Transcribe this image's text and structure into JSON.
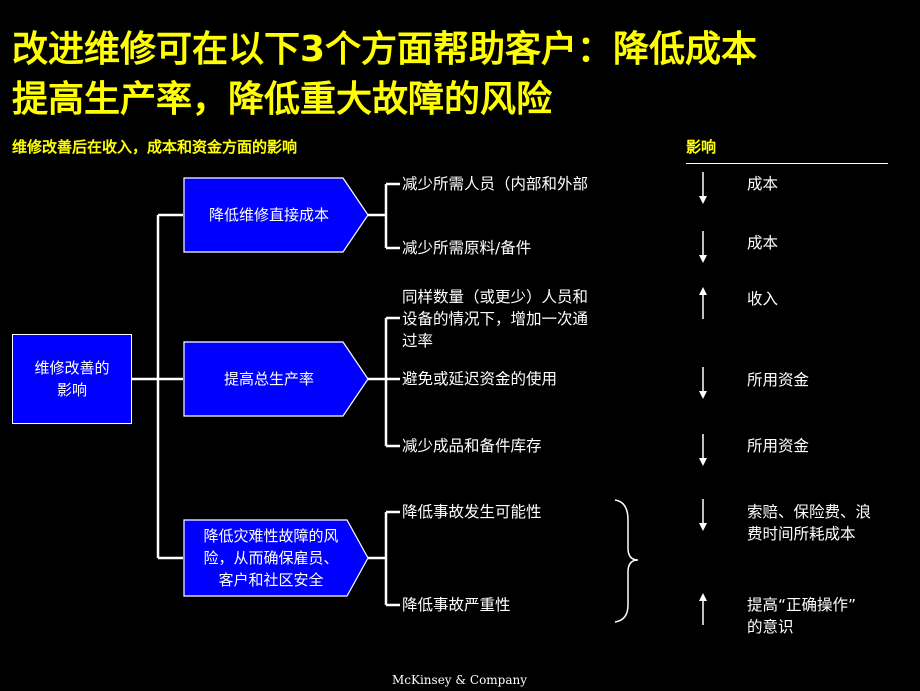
{
  "title": {
    "line1": "改进维修可在以下3个方面帮助客户：降低成本",
    "line2": "提高生产率，降低重大故障的风险"
  },
  "subtitle": "维修改善后在收入，成本和资金方面的影响",
  "impact_header": "影响",
  "root": {
    "line1": "维修改善的",
    "line2": "影响"
  },
  "categories": [
    {
      "label": "降低维修直接成本"
    },
    {
      "label": "提高总生产率"
    },
    {
      "line1": "降低灾难性故障的风",
      "line2": "险，从而确保雇员、",
      "line3": "客户和社区安全"
    }
  ],
  "leaves": [
    {
      "text": "减少所需人员（内部和外部",
      "effect": "成本",
      "direction": "down"
    },
    {
      "text": "减少所需原料/备件",
      "effect": "成本",
      "direction": "down"
    },
    {
      "line1": "同样数量（或更少）人员和",
      "line2": "设备的情况下，增加一次通",
      "line3": "过率",
      "effect": "收入",
      "direction": "up"
    },
    {
      "text": "避免或延迟资金的使用",
      "effect": "所用资金",
      "direction": "down"
    },
    {
      "text": "减少成品和备件库存",
      "effect": "所用资金",
      "direction": "down"
    },
    {
      "text": "降低事故发生可能性",
      "effect_line1": "索赔、保险费、浪",
      "effect_line2": "费时间所耗成本",
      "direction": "down"
    },
    {
      "text": "降低事故严重性",
      "effect_line1": "提高“正确操作”",
      "effect_line2": "的意识",
      "direction": "up"
    }
  ],
  "logo": "McKinsey & Company",
  "colors": {
    "background": "#000000",
    "title": "#ffff00",
    "box_fill": "#0000ff",
    "text": "#ffffff"
  }
}
